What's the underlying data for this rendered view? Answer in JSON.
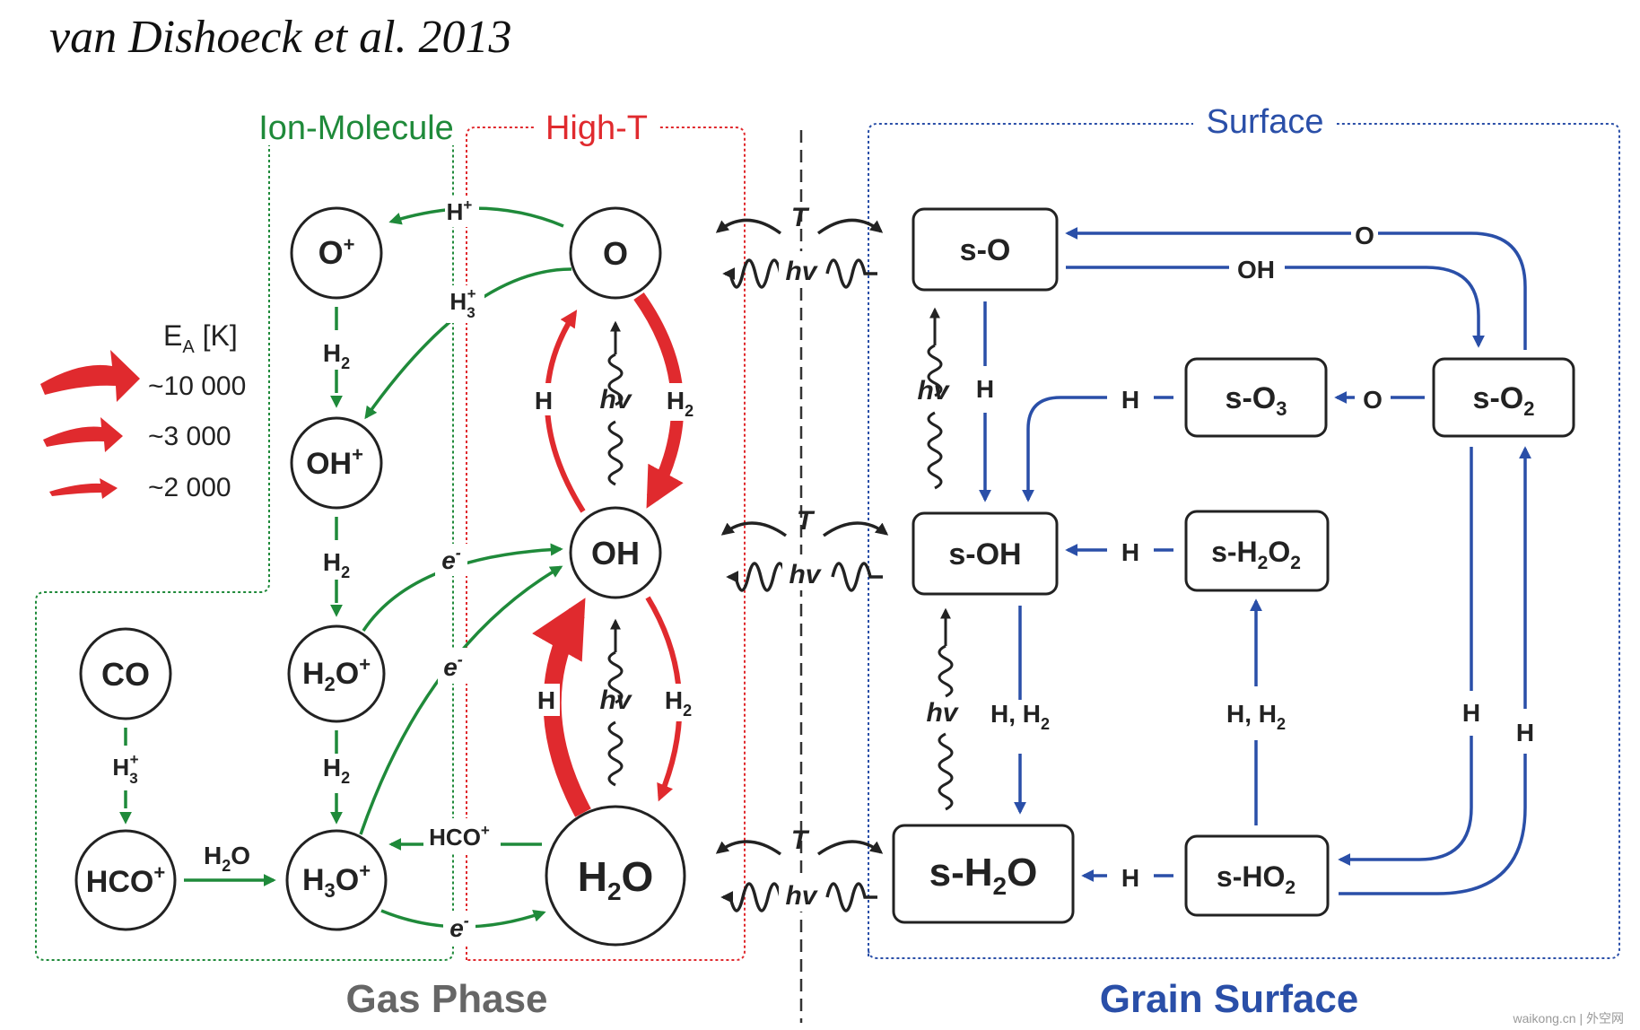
{
  "citation": "van Dishoeck et al. 2013",
  "regions": {
    "ion_molecule": "Ion-Molecule",
    "high_t": "High-T",
    "surface": "Surface",
    "gas_phase": "Gas Phase",
    "grain_surface": "Grain Surface"
  },
  "legend": {
    "title_main": "E",
    "title_sub": "A",
    "title_unit": " [K]",
    "entries": [
      "~10 000",
      "~3 000",
      "~2 000"
    ]
  },
  "gas_nodes": {
    "o_plus": {
      "base": "O",
      "sup": "+"
    },
    "o": {
      "base": "O"
    },
    "oh_plus": {
      "base": "OH",
      "sup": "+"
    },
    "oh": {
      "base": "OH"
    },
    "co": {
      "base": "CO"
    },
    "h2o_plus": {
      "a": "H",
      "sub": "2",
      "b": "O",
      "sup": "+"
    },
    "hco_plus": {
      "base": "HCO",
      "sup": "+"
    },
    "h3o_plus": {
      "a": "H",
      "sub": "3",
      "b": "O",
      "sup": "+"
    },
    "h2o": {
      "a": "H",
      "sub": "2",
      "b": "O"
    }
  },
  "surface_nodes": {
    "s_o": {
      "base": "s-O"
    },
    "s_oh": {
      "base": "s-OH"
    },
    "s_h2o": {
      "a": "s-H",
      "sub": "2",
      "b": "O"
    },
    "s_o3": {
      "a": "s-O",
      "sub": "3"
    },
    "s_o2": {
      "a": "s-O",
      "sub": "2"
    },
    "s_h2o2": {
      "a": "s-H",
      "sub1": "2",
      "b": "O",
      "sub2": "2"
    },
    "s_ho2": {
      "a": "s-HO",
      "sub": "2"
    }
  },
  "labels": {
    "h": "H",
    "h_plus": {
      "base": "H",
      "sup": "+"
    },
    "h3_plus": {
      "base": "H",
      "sub": "3",
      "sup": "+"
    },
    "h2": {
      "base": "H",
      "sub": "2"
    },
    "e_minus": {
      "base": "e",
      "sup": "-"
    },
    "hco_plus": {
      "base": "HCO",
      "sup": "+"
    },
    "h2o": {
      "a": "H",
      "sub": "2",
      "b": "O"
    },
    "hv": "hv",
    "t": "T",
    "o": "O",
    "oh": "OH",
    "h_h2": {
      "a": "H, H",
      "sub": "2"
    }
  },
  "watermark": "waikong.cn | 外空网",
  "colors": {
    "ion_molecule": "#1f8a3a",
    "high_t": "#e02a2e",
    "surface": "#2a4fa8",
    "text": "#222222",
    "divider": "#333333",
    "region_label": "#666666"
  }
}
